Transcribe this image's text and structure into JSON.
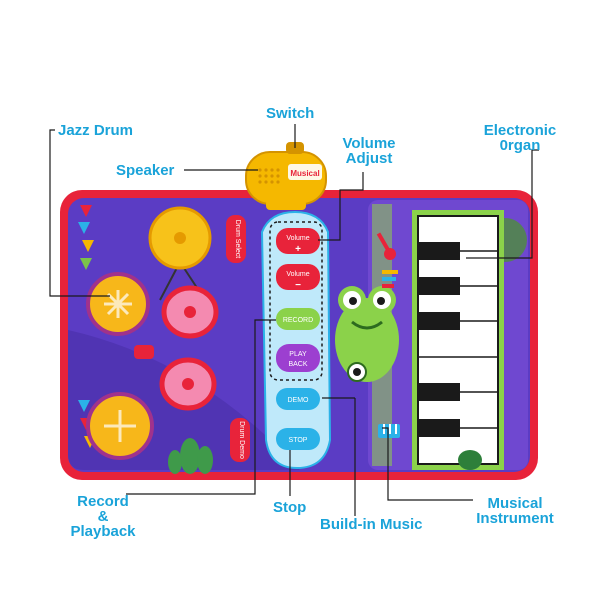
{
  "callouts": {
    "switch": "Switch",
    "jazz_drum": "Jazz Drum",
    "volume_adjust_line1": "Volume",
    "volume_adjust_line2": "Adjust",
    "electronic_organ_line1": "Electronic",
    "electronic_organ_line2": "0rgan",
    "speaker": "Speaker",
    "record_playback_line1": "Record",
    "record_playback_line2": "&",
    "record_playback_line3": "Playback",
    "stop": "Stop",
    "build_in_music": "Build-in Music",
    "musical_instrument_line1": "Musical",
    "musical_instrument_line2": "Instrument"
  },
  "device": {
    "brand": "Musical"
  },
  "buttons": {
    "drum_select": "Drum Select",
    "drum_demo": "Drum Demo",
    "volume_up": "Volume",
    "volume_up_sign": "+",
    "volume_down": "Volume",
    "volume_down_sign": "−",
    "record": "RECORD",
    "play_back_line1": "PLAY",
    "play_back_line2": "BACK",
    "demo": "DEMO",
    "stop": "STOP"
  },
  "colors": {
    "accent_callout": "#1aa3d9",
    "mat_border": "#e8233a",
    "mat_body": "#5b3cc4",
    "panel_green": "#7bc24a",
    "speaker_yellow": "#f5b800"
  }
}
